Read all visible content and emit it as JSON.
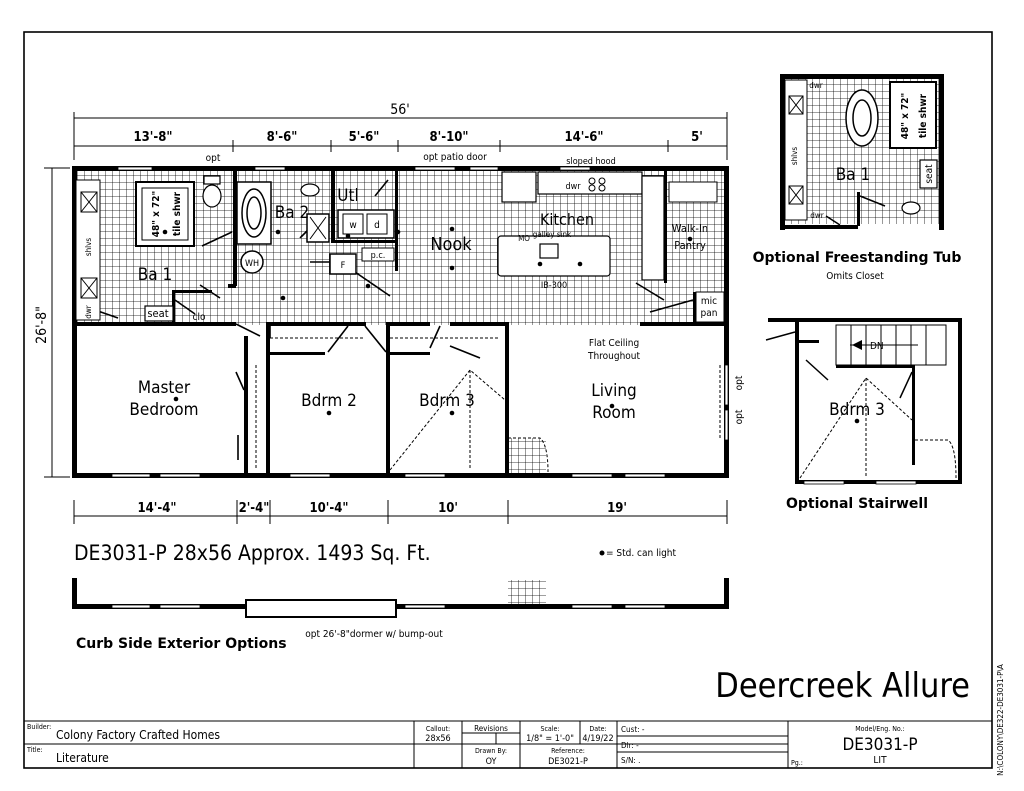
{
  "dimensions": {
    "overall": "56'",
    "top": [
      "13'-8\"",
      "8'-6\"",
      "5'-6\"",
      "8'-10\"",
      "14'-6\"",
      "5'"
    ],
    "bottom": [
      "14'-4\"",
      "2'-4\"",
      "10'-4\"",
      "10'",
      "19'"
    ],
    "depth": "26'-8\""
  },
  "top_notes": {
    "opt": "opt",
    "patio_door": "opt patio door",
    "sloped_hood": "sloped hood"
  },
  "rooms": {
    "ba1": "Ba 1",
    "ba2": "Ba 2",
    "utl": "Utl",
    "nook": "Nook",
    "kitchen": "Kitchen",
    "walkin": "Walk-In",
    "pantry": "Pantry",
    "master_line1": "Master",
    "master_line2": "Bedroom",
    "bdrm2": "Bdrm 2",
    "bdrm3": "Bdrm 3",
    "living_line1": "Living",
    "living_line2": "Room"
  },
  "fixtures": {
    "shower_size": "48\" x 72\"",
    "shower_label": "tile shwr",
    "shlvs": "shlvs",
    "dwr": "dwr",
    "seat": "seat",
    "clo": "clo",
    "wh": "WH",
    "washer": "w",
    "dryer": "d",
    "furnace": "F",
    "pc": "p.c.",
    "mo": "MO",
    "galley_sink": "galley sink",
    "ib": "IB-300",
    "mic": "mic",
    "pan": "pan",
    "dn": "DN",
    "opt": "opt"
  },
  "notes": {
    "flat_ceiling_line1": "Flat Ceiling",
    "flat_ceiling_line2": "Throughout",
    "can_light": "= Std. can light",
    "dormer": "opt 26'-8\"dormer w/ bump-out"
  },
  "headline": "DE3031-P 28x56  Approx. 1493 Sq. Ft.",
  "options": {
    "freestanding_tub": "Optional Freestanding Tub",
    "omits_closet": "Omits Closet",
    "stairwell": "Optional Stairwell",
    "curb_side": "Curb Side Exterior Options"
  },
  "brand": "Deercreek Allure",
  "title_block": {
    "builder_label": "Builder:",
    "builder": "Colony Factory Crafted Homes",
    "title_label": "Title:",
    "title": "Literature",
    "callout_label": "Callout:",
    "callout": "28x56",
    "revisions_label": "Revisions",
    "scale_label": "Scale:",
    "scale": "1/8\" = 1'-0\"",
    "date_label": "Date:",
    "date": "4/19/22",
    "drawn_by_label": "Drawn By:",
    "drawn_by": "OY",
    "reference_label": "Reference:",
    "reference": "DE3021-P",
    "cust": "Cust: -",
    "dlr": "Dlr: -",
    "sn": "S/N: .",
    "model_label": "Model/Eng. No.:",
    "model": "DE3031-P",
    "lit": "LIT",
    "pg_label": "Pg.:"
  },
  "side_code": "N:\\COLONY\\DE322-DE3031-P\\A"
}
